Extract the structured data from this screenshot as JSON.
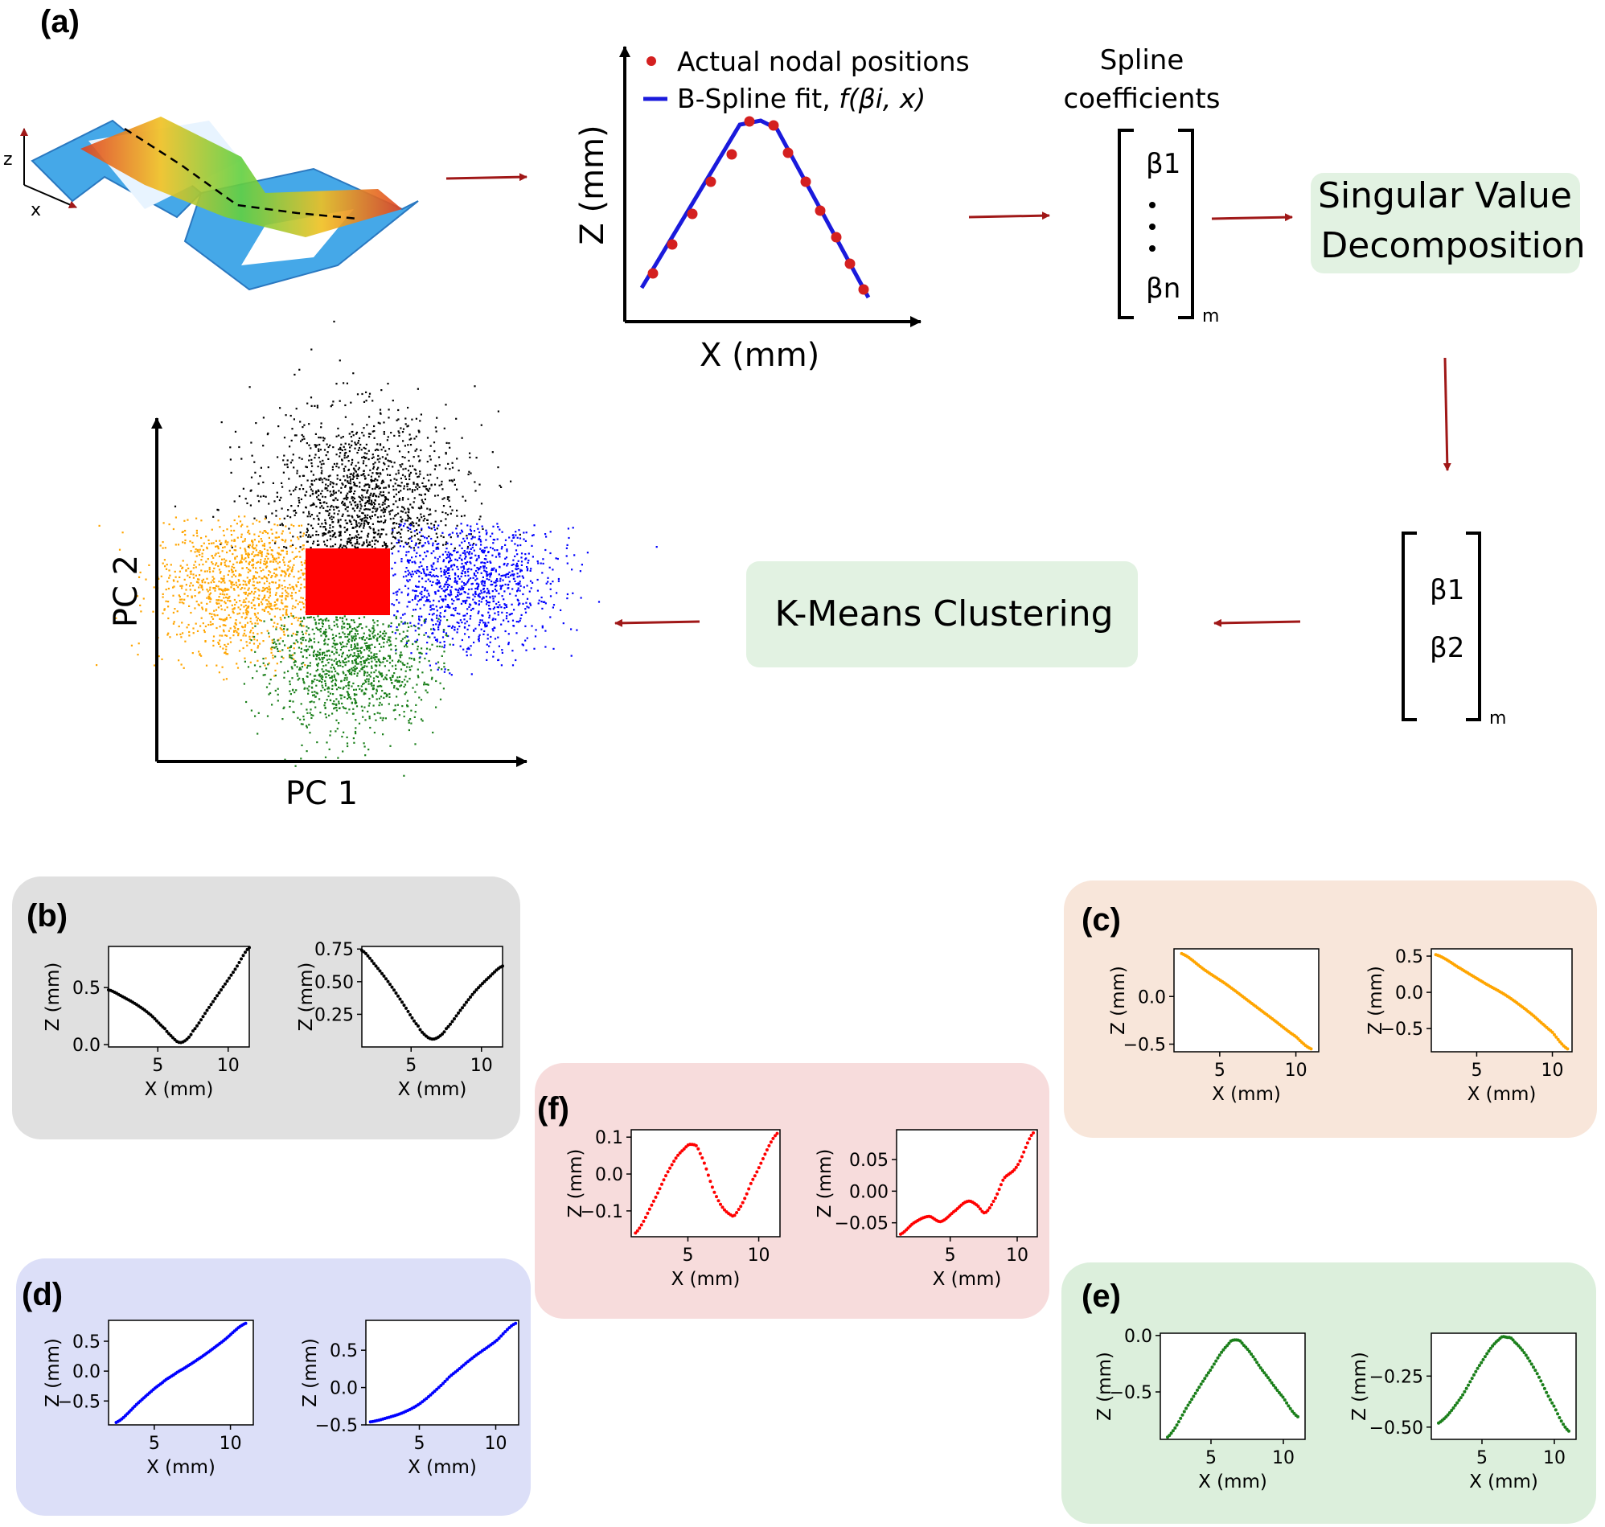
{
  "panel_a": {
    "label": "(a)",
    "coord": {
      "z": "z",
      "x": "x"
    },
    "fit_plot": {
      "legend_points": "Actual nodal positions",
      "legend_line_prefix": "B-Spline fit,",
      "legend_line_func": "f(βi, x)",
      "xlabel": "X (mm)",
      "ylabel": "Z (mm)"
    },
    "spline": {
      "title_line1": "Spline",
      "title_line2": "coefficients",
      "entries": [
        "β1",
        "βn"
      ],
      "subscript": "m"
    },
    "svd_label_line1": "Singular Value",
    "svd_label_line2": "Decomposition",
    "reduced": {
      "entries": [
        "β1",
        "β2"
      ],
      "subscript": "m"
    },
    "kmeans_label": "K-Means Clustering",
    "pca_plot": {
      "xlabel": "PC 1",
      "ylabel": "PC 2"
    },
    "colors": {
      "arrow": "#a01818",
      "svd_bg": "#e2f2e2",
      "cluster_black": "#000000",
      "cluster_orange": "#ffa500",
      "cluster_red": "#ff0000",
      "cluster_blue": "#0000ff",
      "cluster_green": "#1a7f1a"
    }
  },
  "panels": [
    {
      "id": "b",
      "label": "(b)",
      "bg": "#e0e0e0",
      "color": "#000000"
    },
    {
      "id": "c",
      "label": "(c)",
      "bg": "#f8e6da",
      "color": "#ffa500"
    },
    {
      "id": "d",
      "label": "(d)",
      "bg": "#dcdff8",
      "color": "#0000ff"
    },
    {
      "id": "e",
      "label": "(e)",
      "bg": "#dcefdc",
      "color": "#1a7f1a"
    },
    {
      "id": "f",
      "label": "(f)",
      "bg": "#f7dcdc",
      "color": "#ff0000"
    }
  ],
  "chart_data": [
    {
      "id": "b1",
      "type": "scatter",
      "xlabel": "X (mm)",
      "ylabel": "Z (mm)",
      "xlim": [
        1.5,
        11.5
      ],
      "ylim": [
        -0.02,
        0.86
      ],
      "xticks": [
        5,
        10
      ],
      "yticks": [
        "0.0",
        "0.5"
      ],
      "yticks_v": [
        0.0,
        0.5
      ],
      "x": [
        1.5,
        2.5,
        3.5,
        4.5,
        5.5,
        6.0,
        6.5,
        7.0,
        7.5,
        8.5,
        9.5,
        10.5,
        11.5
      ],
      "y": [
        0.48,
        0.42,
        0.35,
        0.26,
        0.14,
        0.07,
        0.02,
        0.04,
        0.12,
        0.3,
        0.48,
        0.66,
        0.85
      ]
    },
    {
      "id": "b2",
      "type": "scatter",
      "xlabel": "X (mm)",
      "ylabel": "Z (mm)",
      "xlim": [
        1.5,
        11.5
      ],
      "ylim": [
        0.0,
        0.77
      ],
      "xticks": [
        5,
        10
      ],
      "yticks": [
        "0.25",
        "0.50",
        "0.75"
      ],
      "yticks_v": [
        0.25,
        0.5,
        0.75
      ],
      "x": [
        1.5,
        2.5,
        3.5,
        4.5,
        5.5,
        6.0,
        6.5,
        7.0,
        7.5,
        8.5,
        9.5,
        10.5,
        11.5
      ],
      "y": [
        0.74,
        0.62,
        0.48,
        0.32,
        0.16,
        0.09,
        0.06,
        0.08,
        0.14,
        0.28,
        0.42,
        0.53,
        0.62
      ]
    },
    {
      "id": "c1",
      "type": "scatter",
      "xlabel": "X (mm)",
      "ylabel": "Z (mm)",
      "xlim": [
        2.0,
        11.5
      ],
      "ylim": [
        -0.58,
        0.5
      ],
      "xticks": [
        5,
        10
      ],
      "yticks": [
        "0.0",
        "−0.5"
      ],
      "yticks_v": [
        0.0,
        -0.5
      ],
      "x": [
        2.5,
        4,
        5.5,
        7,
        8.5,
        10,
        11
      ],
      "y": [
        0.45,
        0.28,
        0.12,
        -0.06,
        -0.24,
        -0.42,
        -0.55
      ]
    },
    {
      "id": "c2",
      "type": "scatter",
      "xlabel": "X (mm)",
      "ylabel": "Z (mm)",
      "xlim": [
        2.0,
        11.3
      ],
      "ylim": [
        -0.82,
        0.6
      ],
      "xticks": [
        5,
        10
      ],
      "yticks": [
        "0.5",
        "0.0",
        "−0.5"
      ],
      "yticks_v": [
        0.5,
        0.0,
        -0.5
      ],
      "x": [
        2.3,
        4,
        5.5,
        7,
        8.5,
        10,
        11
      ],
      "y": [
        0.52,
        0.32,
        0.13,
        -0.05,
        -0.28,
        -0.55,
        -0.78
      ]
    },
    {
      "id": "d1",
      "type": "scatter",
      "xlabel": "X (mm)",
      "ylabel": "Z (mm)",
      "xlim": [
        2.0,
        11.5
      ],
      "ylim": [
        -0.9,
        0.85
      ],
      "xticks": [
        5,
        10
      ],
      "yticks": [
        "0.5",
        "0.0",
        "−0.5"
      ],
      "yticks_v": [
        0.5,
        0.0,
        -0.5
      ],
      "x": [
        2.5,
        4,
        5.5,
        6.5,
        8,
        9.5,
        11
      ],
      "y": [
        -0.86,
        -0.52,
        -0.2,
        -0.02,
        0.22,
        0.5,
        0.8
      ]
    },
    {
      "id": "d2",
      "type": "scatter",
      "xlabel": "X (mm)",
      "ylabel": "Z (mm)",
      "xlim": [
        1.5,
        11.5
      ],
      "ylim": [
        -0.5,
        0.9
      ],
      "xticks": [
        5,
        10
      ],
      "yticks": [
        "0.5",
        "0.0",
        "−0.5"
      ],
      "yticks_v": [
        0.5,
        0.0,
        -0.5
      ],
      "x": [
        1.8,
        3,
        4,
        5,
        6,
        7,
        8.5,
        10,
        11.3
      ],
      "y": [
        -0.46,
        -0.4,
        -0.33,
        -0.22,
        -0.05,
        0.15,
        0.4,
        0.62,
        0.86
      ]
    },
    {
      "id": "e1",
      "type": "scatter",
      "xlabel": "X (mm)",
      "ylabel": "Z (mm)",
      "xlim": [
        1.5,
        11.5
      ],
      "ylim": [
        -0.92,
        0.02
      ],
      "xticks": [
        5,
        10
      ],
      "yticks": [
        "0.0",
        "−0.5"
      ],
      "yticks_v": [
        0.0,
        -0.5
      ],
      "x": [
        2.0,
        3.5,
        5.0,
        6.2,
        6.7,
        7.2,
        8.5,
        10.0,
        11.0
      ],
      "y": [
        -0.9,
        -0.6,
        -0.3,
        -0.08,
        -0.04,
        -0.08,
        -0.3,
        -0.55,
        -0.72
      ]
    },
    {
      "id": "e2",
      "type": "scatter",
      "xlabel": "X (mm)",
      "ylabel": "Z (mm)",
      "xlim": [
        1.5,
        11.5
      ],
      "ylim": [
        -0.56,
        -0.04
      ],
      "xticks": [
        5,
        10
      ],
      "yticks": [
        "−0.25",
        "−0.50"
      ],
      "yticks_v": [
        -0.25,
        -0.5
      ],
      "x": [
        2.0,
        3.5,
        5.0,
        6.2,
        6.7,
        7.2,
        8.5,
        10.0,
        11.0
      ],
      "y": [
        -0.48,
        -0.36,
        -0.18,
        -0.07,
        -0.06,
        -0.08,
        -0.2,
        -0.4,
        -0.52
      ]
    },
    {
      "id": "f1",
      "type": "scatter",
      "xlabel": "X (mm)",
      "ylabel": "Z (mm)",
      "xlim": [
        1.0,
        11.5
      ],
      "ylim": [
        -0.17,
        0.12
      ],
      "xticks": [
        5,
        10
      ],
      "yticks": [
        "0.1",
        "0.0",
        "−0.1"
      ],
      "yticks_v": [
        0.1,
        0.0,
        -0.1
      ],
      "x": [
        1.3,
        2.5,
        3.8,
        4.8,
        5.3,
        5.8,
        7.0,
        8.0,
        8.5,
        9.5,
        11.3
      ],
      "y": [
        -0.16,
        -0.08,
        0.02,
        0.07,
        0.08,
        0.06,
        -0.06,
        -0.11,
        -0.1,
        -0.02,
        0.11
      ]
    },
    {
      "id": "f2",
      "type": "scatter",
      "xlabel": "X (mm)",
      "ylabel": "Z (mm)",
      "xlim": [
        1.0,
        11.5
      ],
      "ylim": [
        -0.072,
        0.097
      ],
      "xticks": [
        5,
        10
      ],
      "yticks": [
        "0.05",
        "0.00",
        "−0.05"
      ],
      "yticks_v": [
        0.05,
        0.0,
        -0.05
      ],
      "x": [
        1.3,
        2.3,
        3.4,
        4.3,
        5.3,
        6.3,
        7.0,
        7.6,
        8.4,
        9.0,
        10.0,
        11.2
      ],
      "y": [
        -0.068,
        -0.05,
        -0.04,
        -0.048,
        -0.032,
        -0.016,
        -0.022,
        -0.034,
        -0.01,
        0.02,
        0.04,
        0.092
      ]
    }
  ]
}
